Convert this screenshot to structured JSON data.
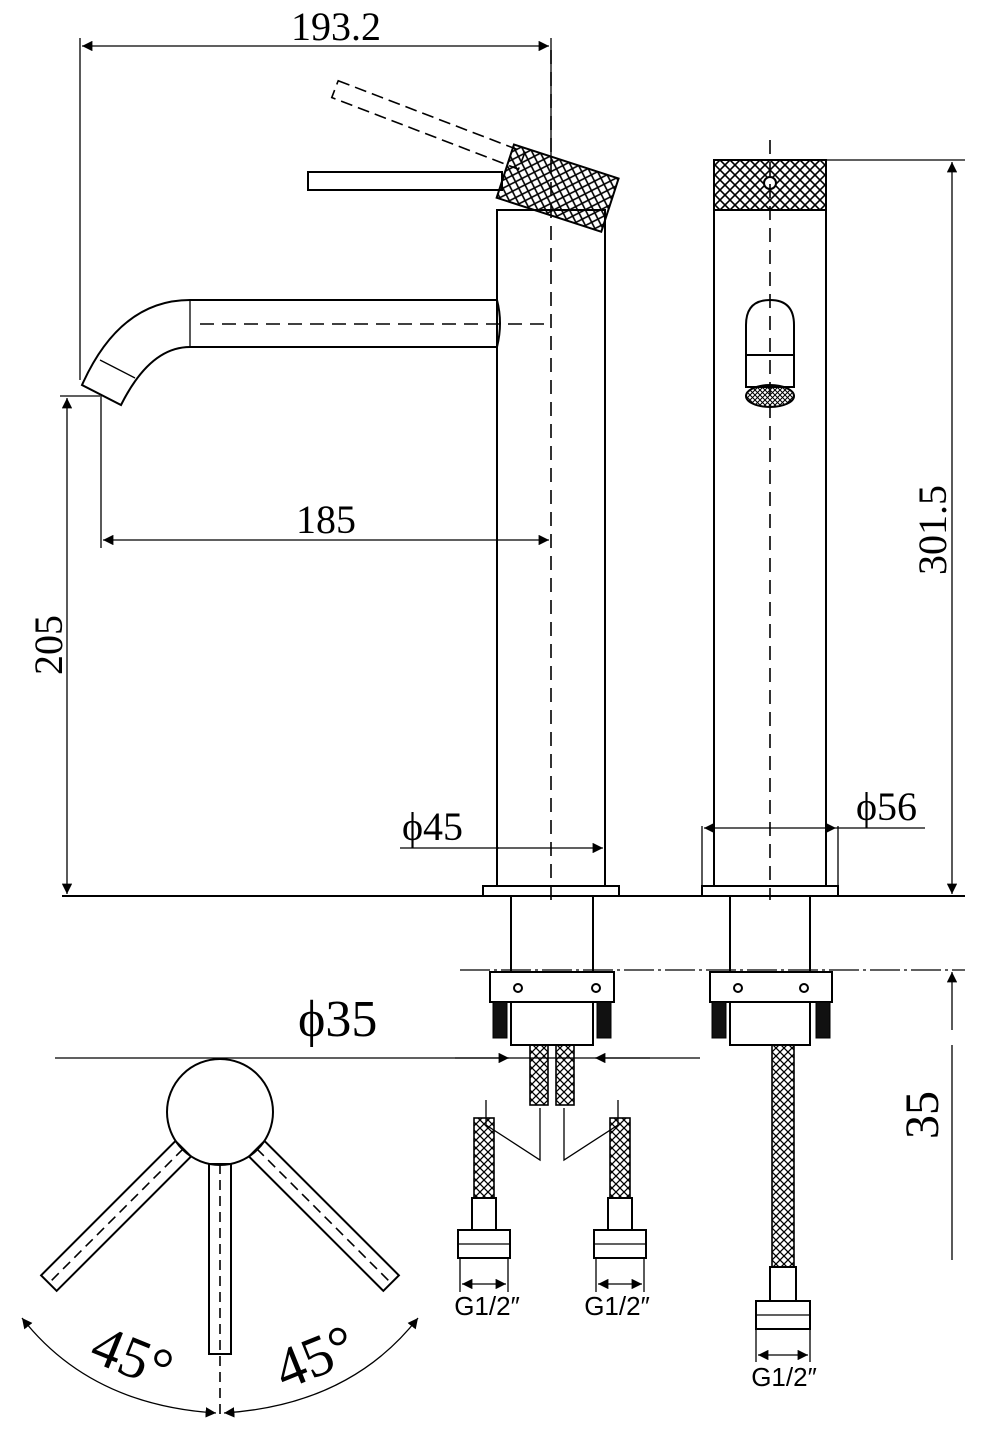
{
  "dimensions": {
    "width_total": "193.2",
    "spout_reach": "185",
    "spout_height": "205",
    "total_height": "301.5",
    "body_diameter": "ϕ45",
    "base_diameter": "ϕ56",
    "hole_diameter": "ϕ35",
    "max_deck_thickness": "35",
    "lever_angle_left": "45°",
    "lever_angle_right": "45°"
  },
  "connections": {
    "hose_left": "G1/2″",
    "hose_right": "G1/2″",
    "hose_side_view": "G1/2″"
  },
  "colors": {
    "line": "#000000",
    "background": "#ffffff"
  }
}
